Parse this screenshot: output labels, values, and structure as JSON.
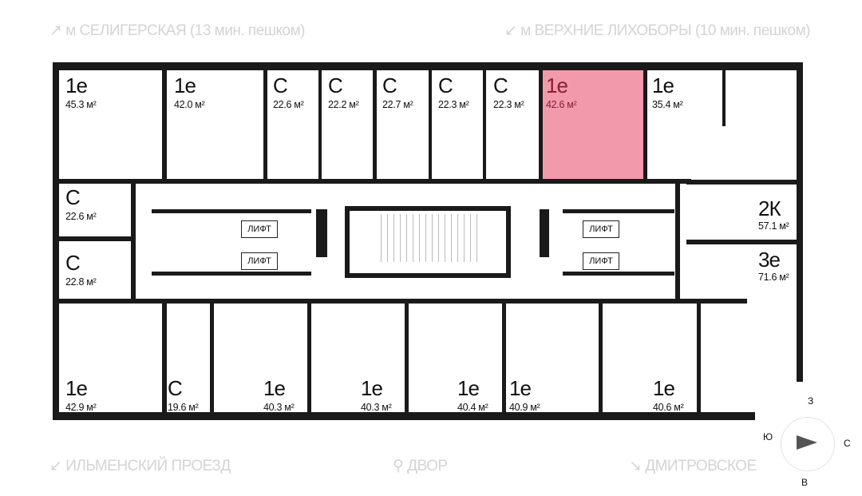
{
  "directions": {
    "top_left": "↗ м СЕЛИГЕРСКАЯ (13 мин. пешком)",
    "top_right": "↙ м ВЕРХНИЕ ЛИХОБОРЫ (10 мин. пешком)",
    "bottom_left": "↙ ИЛЬМЕНСКИЙ ПРОЕЗД",
    "bottom_center": "ДВОР",
    "bottom_right": "↘ ДМИТРОВСКОЕ"
  },
  "highlight_color": "#f29aab",
  "units": [
    {
      "type": "1е",
      "area": "45.3 м²"
    },
    {
      "type": "1е",
      "area": "42.0 м²"
    },
    {
      "type": "С",
      "area": "22.6 м²"
    },
    {
      "type": "С",
      "area": "22.2 м²"
    },
    {
      "type": "С",
      "area": "22.7 м²"
    },
    {
      "type": "С",
      "area": "22.3 м²"
    },
    {
      "type": "С",
      "area": "22.3 м²"
    },
    {
      "type": "1е",
      "area": "42.6 м²",
      "selected": true
    },
    {
      "type": "1е",
      "area": "35.4 м²"
    },
    {
      "type": "С",
      "area": "22.6 м²"
    },
    {
      "type": "С",
      "area": "22.8 м²"
    },
    {
      "type": "2К",
      "area": "57.1 м²"
    },
    {
      "type": "3е",
      "area": "71.6 м²"
    },
    {
      "type": "1е",
      "area": "42.9 м²"
    },
    {
      "type": "С",
      "area": "19.6 м²"
    },
    {
      "type": "1е",
      "area": "40.3 м²"
    },
    {
      "type": "1е",
      "area": "40.3 м²"
    },
    {
      "type": "1е",
      "area": "40.4 м²"
    },
    {
      "type": "1е",
      "area": "40.9 м²"
    },
    {
      "type": "1е",
      "area": "40.6 м²"
    }
  ],
  "lift_label": "ЛИФТ",
  "compass": {
    "n": "З",
    "e": "С",
    "s": "В",
    "w": "Ю"
  }
}
